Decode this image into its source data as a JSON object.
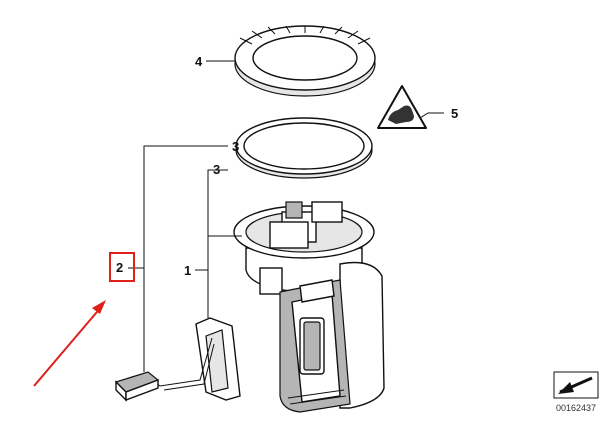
{
  "diagram": {
    "callouts": [
      {
        "id": "c4",
        "label": "4"
      },
      {
        "id": "c5",
        "label": "5"
      },
      {
        "id": "c3a",
        "label": "3"
      },
      {
        "id": "c3b",
        "label": "3"
      },
      {
        "id": "c2",
        "label": "2"
      },
      {
        "id": "c1",
        "label": "1"
      }
    ],
    "highlight_callout": "2",
    "arrow_color": "#e0201b",
    "highlight_color": "#e0201b",
    "document_id": "00162437",
    "icons": [
      "warning-triangle-icon",
      "hand-glove-icon",
      "sheet-flip-arrow-icon"
    ]
  }
}
